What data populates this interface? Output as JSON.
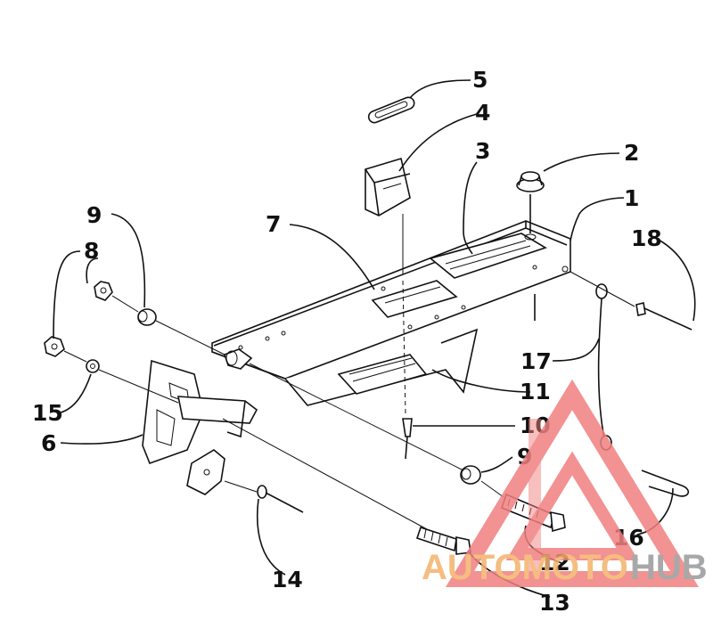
{
  "diagram": {
    "callouts": [
      {
        "id": "label-1",
        "text": "1"
      },
      {
        "id": "label-2",
        "text": "2"
      },
      {
        "id": "label-3",
        "text": "3"
      },
      {
        "id": "label-4",
        "text": "4"
      },
      {
        "id": "label-5",
        "text": "5"
      },
      {
        "id": "label-6",
        "text": "6"
      },
      {
        "id": "label-7",
        "text": "7"
      },
      {
        "id": "label-8",
        "text": "8"
      },
      {
        "id": "label-9a",
        "text": "9"
      },
      {
        "id": "label-9b",
        "text": "9"
      },
      {
        "id": "label-10",
        "text": "10"
      },
      {
        "id": "label-11",
        "text": "11"
      },
      {
        "id": "label-12",
        "text": "12"
      },
      {
        "id": "label-13",
        "text": "13"
      },
      {
        "id": "label-14",
        "text": "14"
      },
      {
        "id": "label-15",
        "text": "15"
      },
      {
        "id": "label-16",
        "text": "16"
      },
      {
        "id": "label-17",
        "text": "17"
      },
      {
        "id": "label-18",
        "text": "18"
      }
    ]
  },
  "watermark": {
    "brand_part1": "AUTOMOTO",
    "brand_part2": "HUB",
    "color_accent": "#f08080",
    "color_text1": "#f4b26a",
    "color_text2": "#9a9a9a"
  }
}
